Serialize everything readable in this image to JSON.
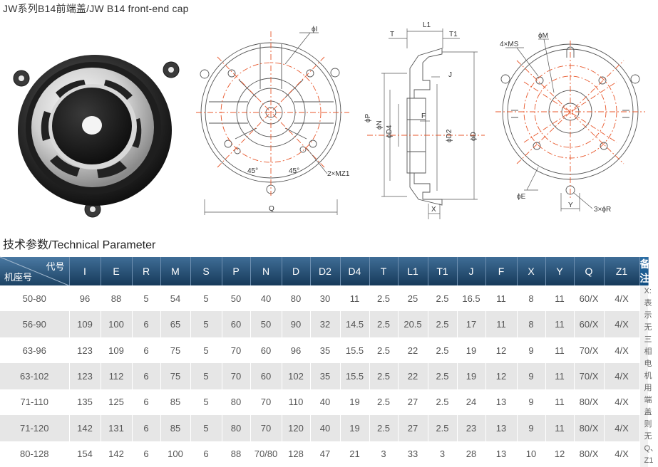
{
  "title": "JW系列B14前端盖/JW B14 front-end cap",
  "section_title": "技术参数/Technical Parameter",
  "figures": {
    "front_view_labels": {
      "phi_i": "ϕI",
      "angle_left": "45°",
      "angle_right": "45°",
      "holes": "2×MZ1",
      "width": "Q"
    },
    "section_view_labels": {
      "L1": "L1",
      "T": "T",
      "T1": "T1",
      "J": "J",
      "F": "F",
      "phi_P": "ϕP",
      "phi_N": "ϕN",
      "phi_D4": "ϕD4",
      "phi_D2": "ϕD2",
      "phi_D": "ϕD",
      "X": "X"
    },
    "back_view_labels": {
      "holes_ms": "4×MS",
      "phi_M": "ϕM",
      "phi_E": "ϕE",
      "Y": "Y",
      "holes_r": "3×ϕR"
    }
  },
  "table": {
    "corner_top": "代号",
    "corner_bottom": "机座号",
    "note_header": "备注",
    "columns": [
      "I",
      "E",
      "R",
      "M",
      "S",
      "P",
      "N",
      "D",
      "D2",
      "D4",
      "T",
      "L1",
      "T1",
      "J",
      "F",
      "X",
      "Y",
      "Q",
      "Z1"
    ],
    "rows": [
      {
        "frame": "50-80",
        "values": [
          "96",
          "88",
          "5",
          "54",
          "5",
          "50",
          "40",
          "80",
          "30",
          "11",
          "2.5",
          "25",
          "2.5",
          "16.5",
          "11",
          "8",
          "11",
          "60/X",
          "4/X"
        ]
      },
      {
        "frame": "56-90",
        "values": [
          "109",
          "100",
          "6",
          "65",
          "5",
          "60",
          "50",
          "90",
          "32",
          "14.5",
          "2.5",
          "20.5",
          "2.5",
          "17",
          "11",
          "8",
          "11",
          "60/X",
          "4/X"
        ]
      },
      {
        "frame": "63-96",
        "values": [
          "123",
          "109",
          "6",
          "75",
          "5",
          "70",
          "60",
          "96",
          "35",
          "15.5",
          "2.5",
          "22",
          "2.5",
          "19",
          "12",
          "9",
          "11",
          "70/X",
          "4/X"
        ]
      },
      {
        "frame": "63-102",
        "values": [
          "123",
          "112",
          "6",
          "75",
          "5",
          "70",
          "60",
          "102",
          "35",
          "15.5",
          "2.5",
          "22",
          "2.5",
          "19",
          "12",
          "9",
          "11",
          "70/X",
          "4/X"
        ]
      },
      {
        "frame": "71-110",
        "values": [
          "135",
          "125",
          "6",
          "85",
          "5",
          "80",
          "70",
          "110",
          "40",
          "19",
          "2.5",
          "27",
          "2.5",
          "24",
          "13",
          "9",
          "11",
          "80/X",
          "4/X"
        ]
      },
      {
        "frame": "71-120",
        "values": [
          "142",
          "131",
          "6",
          "85",
          "5",
          "80",
          "70",
          "120",
          "40",
          "19",
          "2.5",
          "27",
          "2.5",
          "23",
          "13",
          "9",
          "11",
          "80/X",
          "4/X"
        ]
      },
      {
        "frame": "80-128",
        "values": [
          "154",
          "142",
          "6",
          "100",
          "6",
          "88",
          "70/80",
          "128",
          "47",
          "21",
          "3",
          "33",
          "3",
          "28",
          "13",
          "10",
          "12",
          "80/X",
          "4/X"
        ]
      }
    ],
    "remark_lines": [
      "X:表示无",
      "三相电机",
      "用端盖则",
      "无Q、Z1"
    ]
  }
}
